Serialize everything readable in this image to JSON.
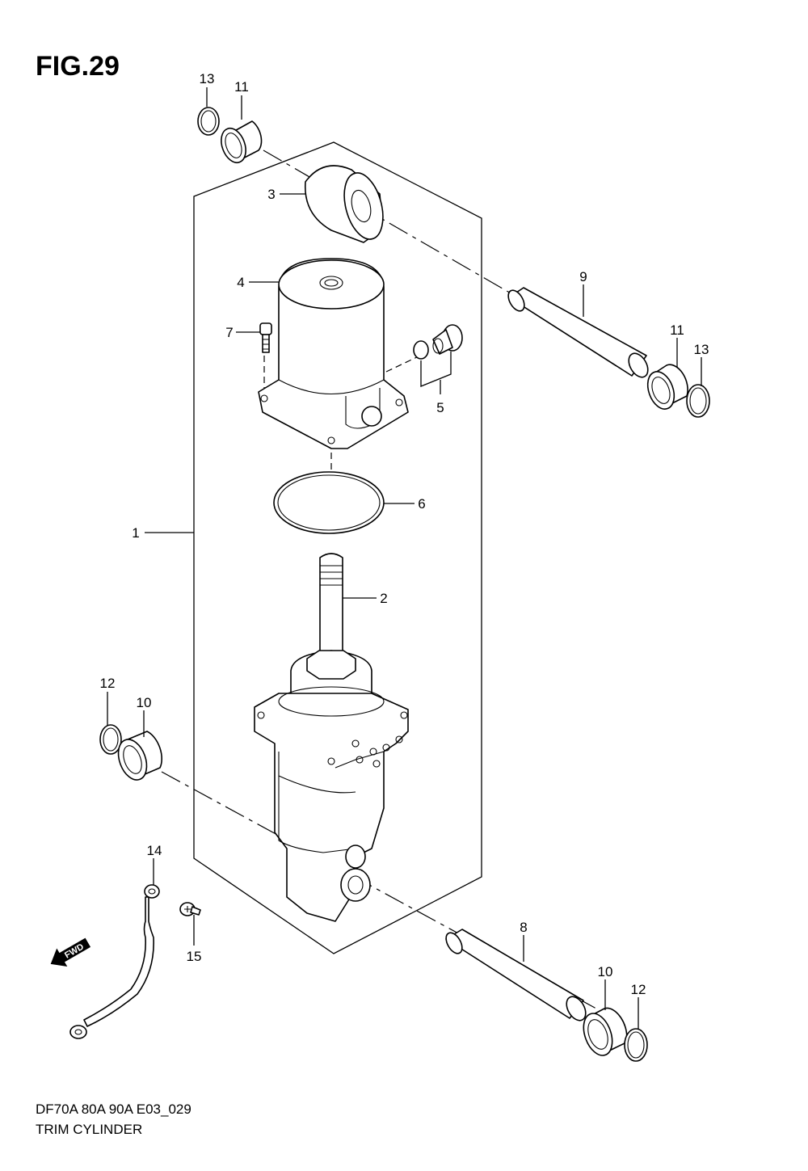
{
  "figure": {
    "title": "FIG.29",
    "model_code": "DF70A 80A 90A E03_029",
    "caption": "TRIM CYLINDER"
  },
  "fwd_arrow": {
    "label": "FWD",
    "icon": "fwd-arrow-icon"
  },
  "callouts": [
    {
      "id": "c13a",
      "label": "13"
    },
    {
      "id": "c11a",
      "label": "11"
    },
    {
      "id": "c3",
      "label": "3"
    },
    {
      "id": "c4",
      "label": "4"
    },
    {
      "id": "c7",
      "label": "7"
    },
    {
      "id": "c5",
      "label": "5"
    },
    {
      "id": "c9",
      "label": "9"
    },
    {
      "id": "c11b",
      "label": "11"
    },
    {
      "id": "c13b",
      "label": "13"
    },
    {
      "id": "c6",
      "label": "6"
    },
    {
      "id": "c1",
      "label": "1"
    },
    {
      "id": "c2",
      "label": "2"
    },
    {
      "id": "c12a",
      "label": "12"
    },
    {
      "id": "c10a",
      "label": "10"
    },
    {
      "id": "c14",
      "label": "14"
    },
    {
      "id": "c15",
      "label": "15"
    },
    {
      "id": "c8",
      "label": "8"
    },
    {
      "id": "c10b",
      "label": "10"
    },
    {
      "id": "c12b",
      "label": "12"
    }
  ]
}
